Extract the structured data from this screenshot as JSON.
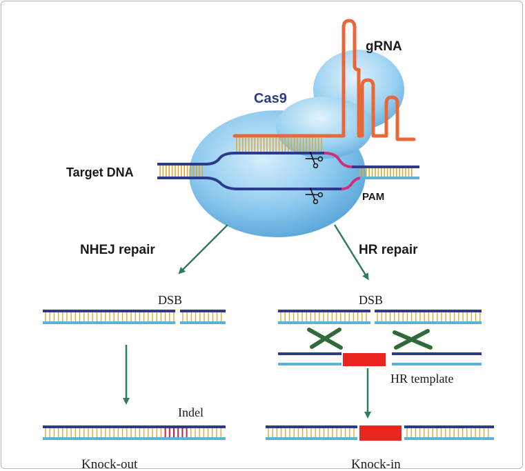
{
  "labels": {
    "grna": "gRNA",
    "cas9": "Cas9",
    "target_dna": "Target DNA",
    "pam": "PAM",
    "nhej_repair": "NHEJ repair",
    "hr_repair": "HR repair",
    "dsb_left": "DSB",
    "dsb_right": "DSB",
    "hr_template": "HR template",
    "indel": "Indel",
    "knock_out": "Knock-out",
    "knock_in": "Knock-in"
  },
  "colors": {
    "strand_dark": "#2b3a8c",
    "strand_light": "#5ab3d8",
    "rung": "#e2a733",
    "indel_rung": "#c8203a",
    "grna": "#e8683a",
    "pam": "#d0307a",
    "arrow": "#2e7d5c",
    "template": "#e8281e",
    "cross": "#2f6b3a"
  }
}
